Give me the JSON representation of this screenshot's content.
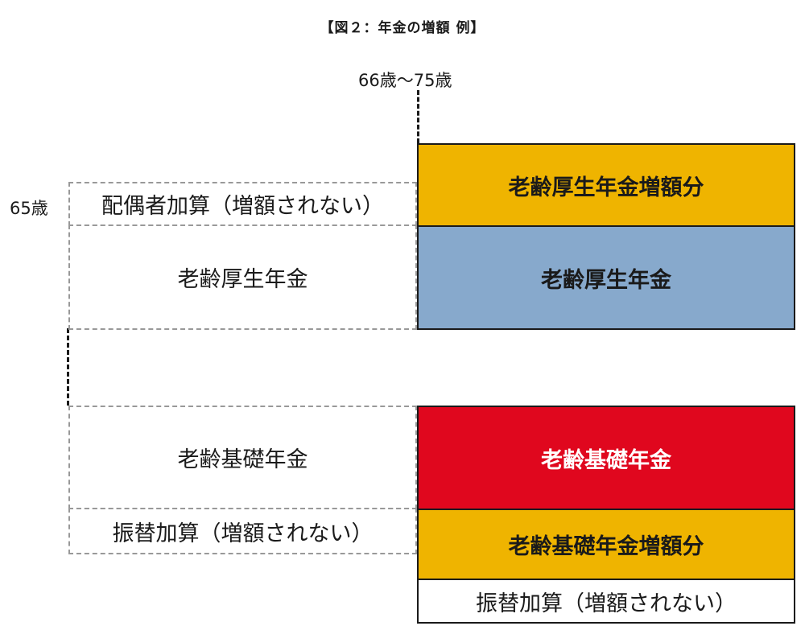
{
  "title": "【図２：年金の増額 例】",
  "age_label_left": "65歳",
  "age_label_top": "66歳〜75歳",
  "left_column": {
    "spouse_addition": "配偶者加算（増額されない）",
    "employees_pension": "老齢厚生年金",
    "basic_pension": "老齢基礎年金",
    "transfer_addition": "振替加算（増額されない）"
  },
  "right_column": {
    "employees_increase": "老齢厚生年金増額分",
    "employees_pension": "老齢厚生年金",
    "basic_pension": "老齢基礎年金",
    "basic_increase": "老齢基礎年金増額分",
    "transfer_addition": "振替加算（増額されない）"
  },
  "colors": {
    "increase_fill": "#EFB400",
    "employees_fill": "#87A9CC",
    "basic_fill": "#E0071E",
    "basic_text": "#FFFFFF",
    "dashed_border": "#999999",
    "solid_border": "#1A1A1A"
  }
}
